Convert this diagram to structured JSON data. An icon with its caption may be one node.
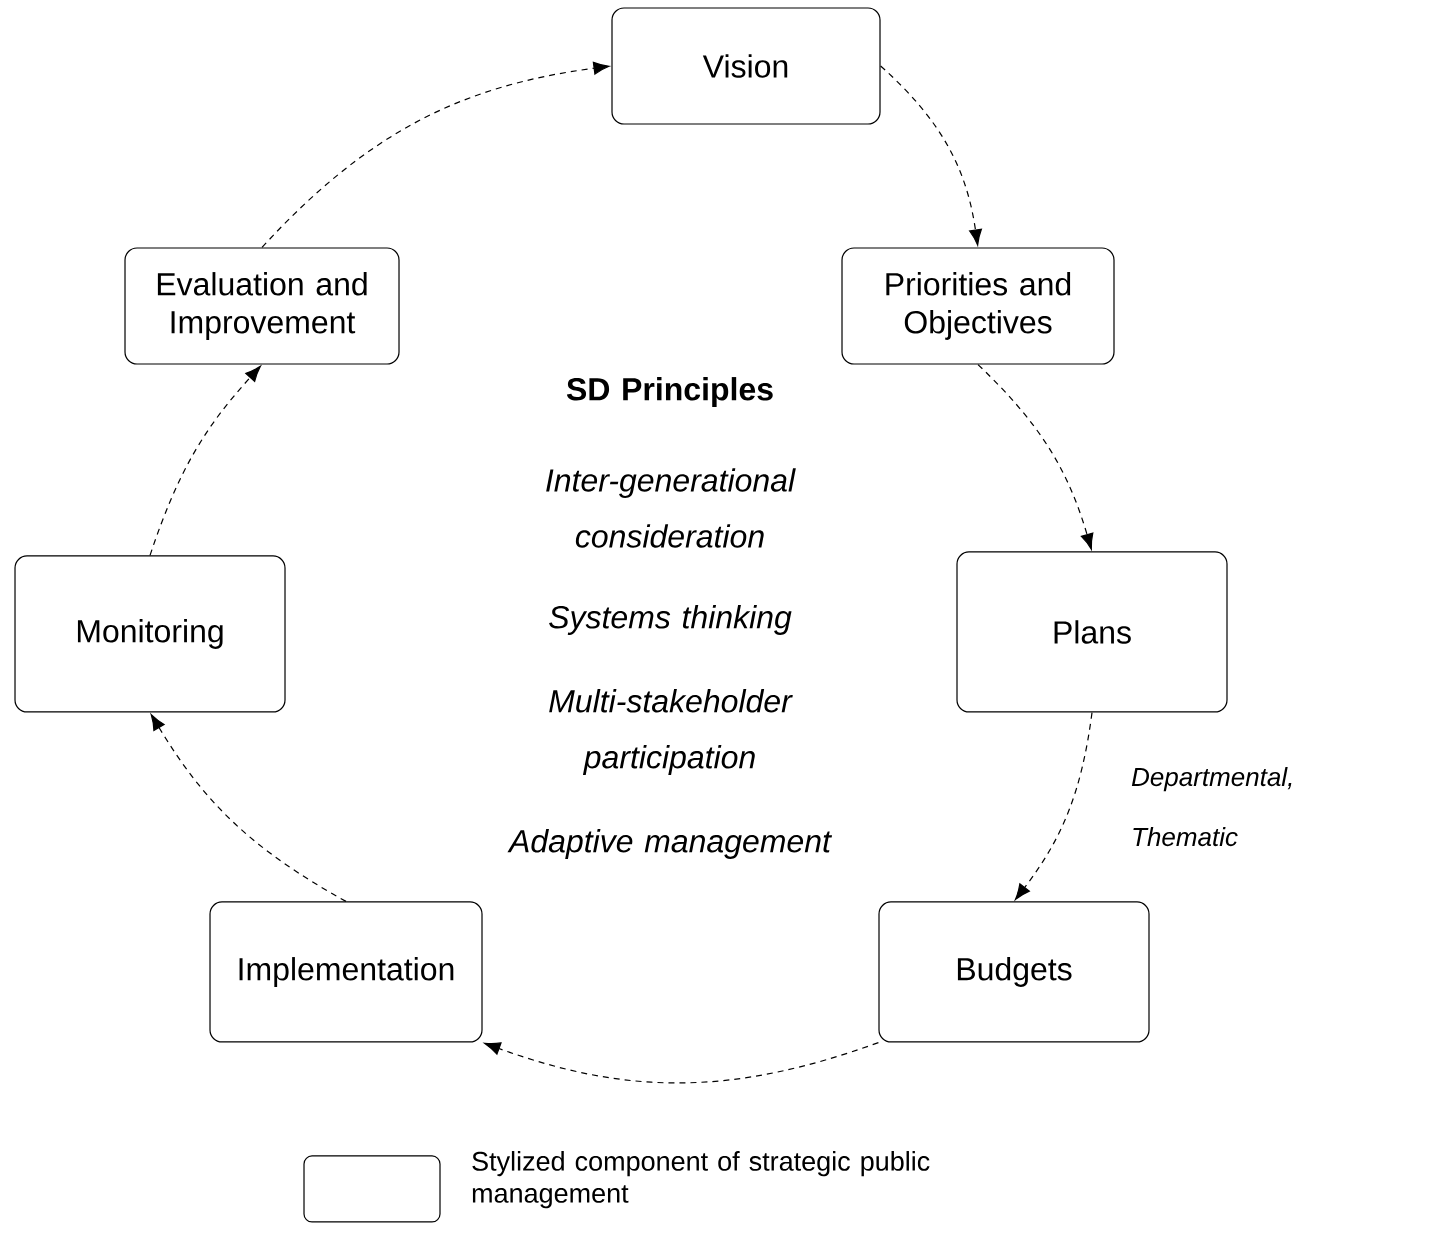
{
  "diagram": {
    "nodes": [
      {
        "text": [
          "Vision"
        ]
      },
      {
        "text": [
          "Priorities and Objectives"
        ]
      },
      {
        "text": [
          "Plans"
        ]
      },
      {
        "text": [
          "Budgets"
        ]
      },
      {
        "text": [
          "Implementation"
        ]
      },
      {
        "text": [
          "Monitoring"
        ]
      },
      {
        "text": [
          "Evaluation and Improvement"
        ]
      }
    ],
    "edges": [
      {
        "from": 0,
        "to": 1,
        "arrow": "to",
        "style": "dashed"
      },
      {
        "from": 1,
        "to": 2,
        "arrow": "to",
        "style": "dashed"
      },
      {
        "from": 2,
        "to": 3,
        "arrow": "to",
        "style": "dashed",
        "label": "Departmental, Thematic"
      },
      {
        "from": 3,
        "to": 4,
        "arrow": "to",
        "style": "dashed"
      },
      {
        "from": 4,
        "to": 5,
        "arrow": "to",
        "style": "dashed"
      },
      {
        "from": 5,
        "to": 6,
        "arrow": "to",
        "style": "dashed"
      },
      {
        "from": 6,
        "to": 0,
        "arrow": "to",
        "style": "dashed"
      }
    ],
    "labels": [
      "SD Principles",
      "Inter-generational consideration",
      "Systems thinking",
      "Multi-stakeholder participation",
      "Adaptive management"
    ],
    "legend": [
      {
        "text": "Stylized component of strategic public management"
      }
    ]
  }
}
